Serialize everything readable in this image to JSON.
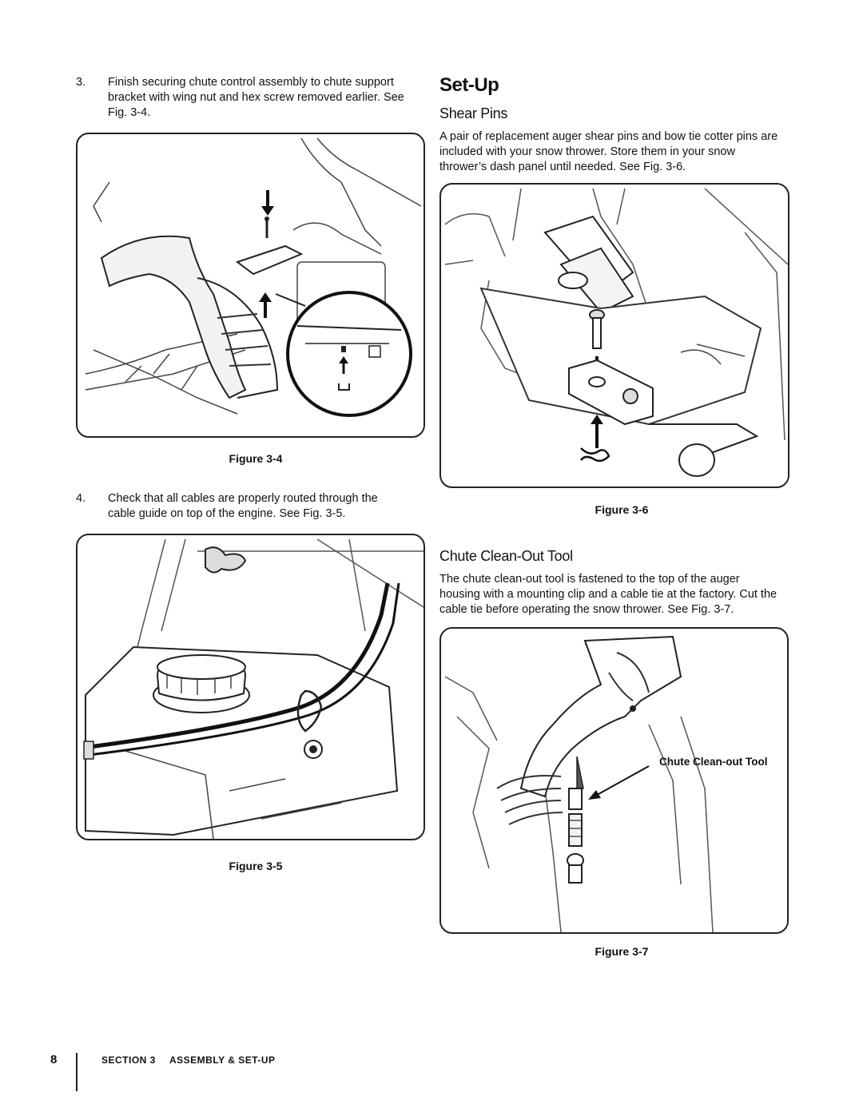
{
  "left_column": {
    "step3": {
      "number": "3.",
      "text": "Finish securing chute control assembly to chute support bracket with wing nut and hex screw removed earlier. See Fig. 3-4."
    },
    "figure4_caption": "Figure 3-4",
    "step4": {
      "number": "4.",
      "text": "Check that all cables are properly routed through the cable guide on top of the engine. See Fig. 3-5."
    },
    "figure5_caption": "Figure 3-5"
  },
  "right_column": {
    "heading": "Set-Up",
    "shear_pins": {
      "title": "Shear Pins",
      "body": "A pair of replacement auger shear pins and bow tie cotter pins are included with your snow thrower. Store them in your snow thrower’s dash panel until needed. See Fig. 3-6.",
      "figure_caption": "Figure 3-6"
    },
    "chute_tool": {
      "title": "Chute Clean-Out Tool",
      "body": "The chute clean-out tool is fastened to the top of the auger housing with a mounting clip and a cable tie at the factory. Cut the cable tie before operating the snow thrower. See Fig. 3-7.",
      "callout": "Chute Clean-out Tool",
      "figure_caption": "Figure 3-7"
    }
  },
  "footer": {
    "page_number": "8",
    "section": "SECTION 3",
    "section_title": "ASSEMBLY & SET-UP"
  }
}
